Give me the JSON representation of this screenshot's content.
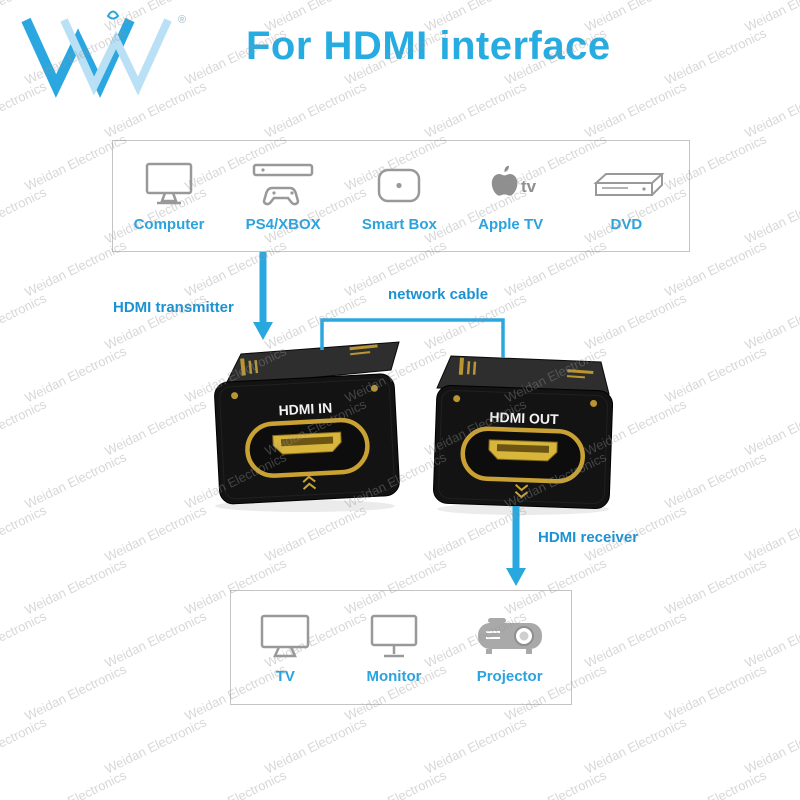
{
  "page": {
    "title": "For HDMI interface"
  },
  "brand": {
    "watermark": "Weidan Electronics",
    "registered_mark": "®"
  },
  "sources_panel": {
    "items": [
      {
        "label": "Computer",
        "icon": "computer-icon"
      },
      {
        "label": "PS4/XBOX",
        "icon": "game-console-icon"
      },
      {
        "label": "Smart Box",
        "icon": "smart-box-icon"
      },
      {
        "label": "Apple TV",
        "icon": "apple-tv-icon",
        "icon_text": "tv"
      },
      {
        "label": "DVD",
        "icon": "dvd-player-icon"
      }
    ]
  },
  "connection": {
    "transmitter_label": "HDMI transmitter",
    "cable_label": "network cable",
    "receiver_label": "HDMI receiver"
  },
  "devices": {
    "transmitter_port": "HDMI IN",
    "receiver_port": "HDMI OUT"
  },
  "displays_panel": {
    "items": [
      {
        "label": "TV",
        "icon": "tv-icon"
      },
      {
        "label": "Monitor",
        "icon": "monitor-icon"
      },
      {
        "label": "Projector",
        "icon": "projector-icon"
      }
    ]
  },
  "colors": {
    "accent": "#29a8e0",
    "label_text": "#2aa3de",
    "title_text": "#27ace2",
    "gold": "#c9a233",
    "device_body": "#131313",
    "icon_gray": "#999999",
    "panel_border": "#c4c4c4",
    "watermark": "#b4b4b4"
  }
}
